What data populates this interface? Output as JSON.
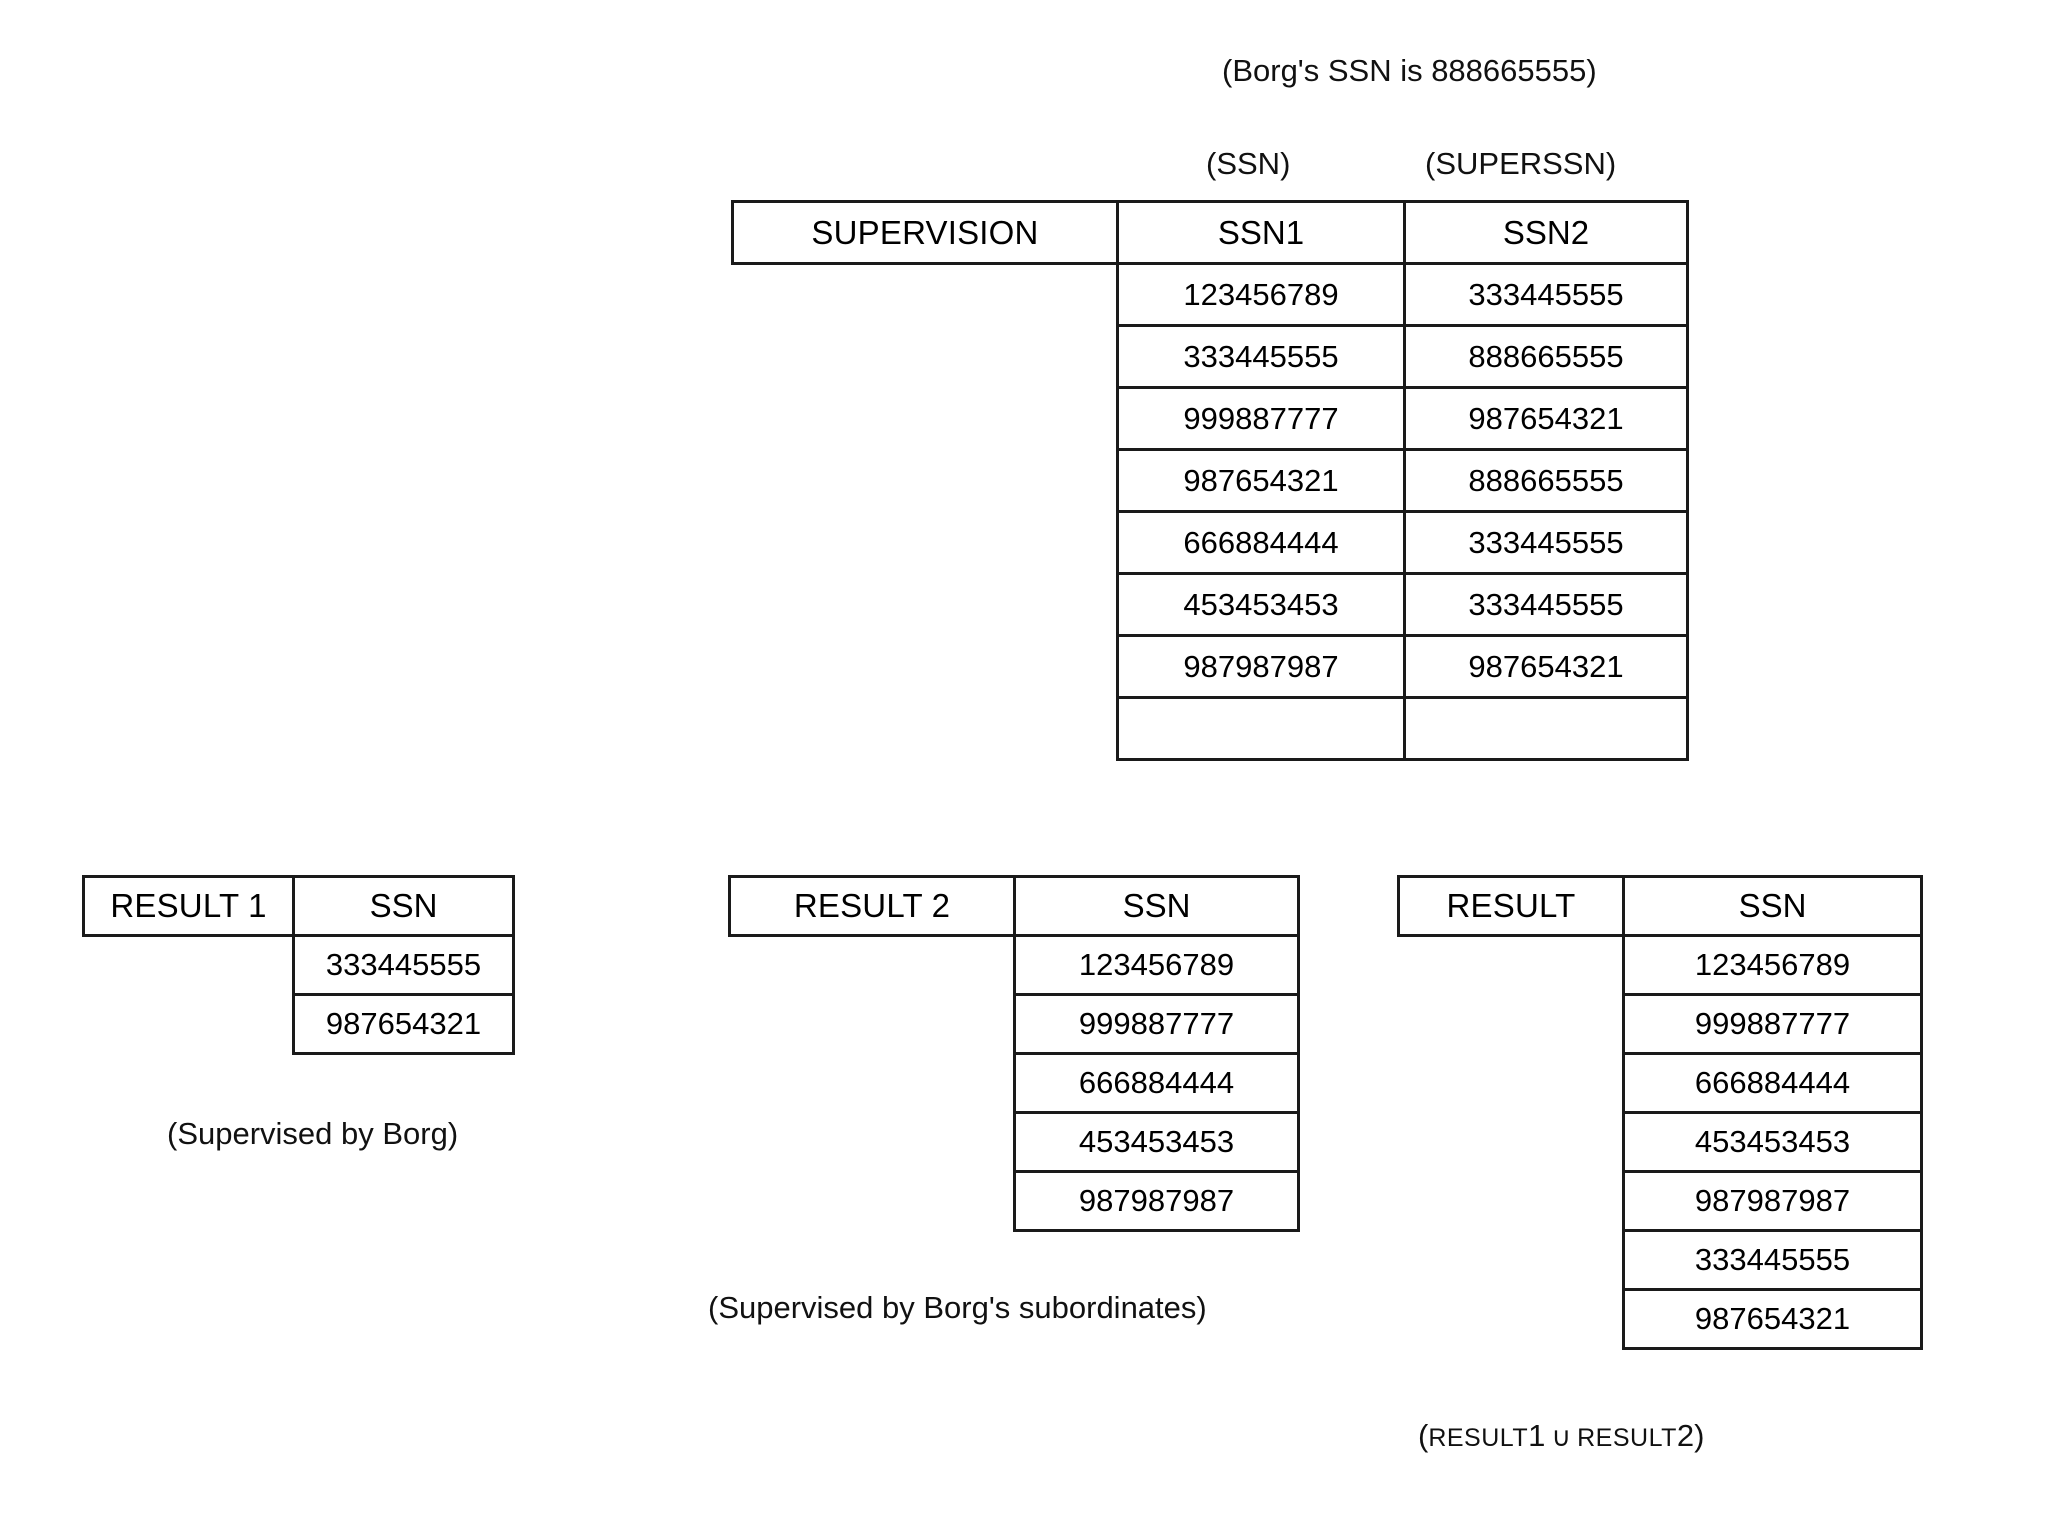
{
  "annotations": {
    "borg_ssn_note": "(Borg's SSN is 888665555)",
    "ssn1_attr": "(SSN)",
    "ssn2_attr": "(SUPERSSN)",
    "result1_caption": "(Supervised by Borg)",
    "result2_caption": "(Supervised by Borg's subordinates)",
    "result_caption_open": "(",
    "result_caption_r1": "RESULT",
    "result_caption_r1_num": "1",
    "result_caption_union": "∪",
    "result_caption_r2": "RESULT",
    "result_caption_r2_num": "2",
    "result_caption_close": ")"
  },
  "supervision": {
    "name": "SUPERVISION",
    "columns": [
      "SSN1",
      "SSN2"
    ],
    "rows": [
      [
        "123456789",
        "333445555"
      ],
      [
        "333445555",
        "888665555"
      ],
      [
        "999887777",
        "987654321"
      ],
      [
        "987654321",
        "888665555"
      ],
      [
        "666884444",
        "333445555"
      ],
      [
        "453453453",
        "333445555"
      ],
      [
        "987987987",
        "987654321"
      ],
      [
        "",
        ""
      ]
    ]
  },
  "result1": {
    "name": "RESULT 1",
    "column": "SSN",
    "rows": [
      "333445555",
      "987654321"
    ]
  },
  "result2": {
    "name": "RESULT 2",
    "column": "SSN",
    "rows": [
      "123456789",
      "999887777",
      "666884444",
      "453453453",
      "987987987"
    ]
  },
  "result": {
    "name": "RESULT",
    "column": "SSN",
    "rows": [
      "123456789",
      "999887777",
      "666884444",
      "453453453",
      "987987987",
      "333445555",
      "987654321"
    ]
  },
  "colors": {
    "background": "#ffffff",
    "ink": "#000000",
    "border": "#1a1a1a"
  }
}
